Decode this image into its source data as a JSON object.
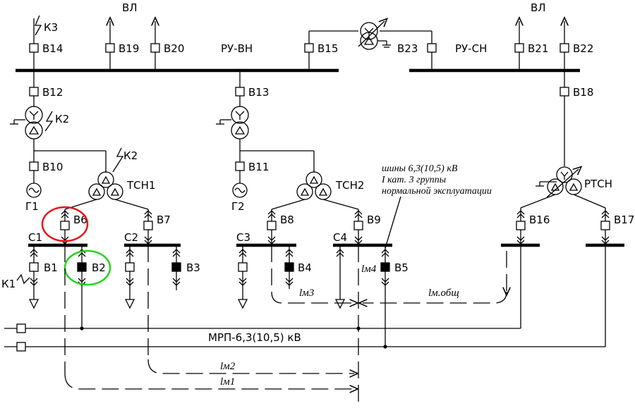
{
  "labels": {
    "vl_left": "ВЛ",
    "vl_right": "ВЛ",
    "k3": "К3",
    "k2_top": "К2",
    "k2_tsn": "К2",
    "k1": "К1",
    "ru_vn": "РУ-ВН",
    "ru_sn": "РУ-СН",
    "v14": "В14",
    "v19": "В19",
    "v20": "В20",
    "v15": "В15",
    "v23": "В23",
    "v21": "В21",
    "v22": "В22",
    "v12": "В12",
    "v13": "В13",
    "v18": "В18",
    "v10": "В10",
    "v11": "В11",
    "g1": "Г1",
    "g2": "Г2",
    "tsn1": "ТСН1",
    "tsn2": "ТСН2",
    "rtsn": "РТСН",
    "v6": "В6",
    "v7": "В7",
    "v8": "В8",
    "v9": "В9",
    "v16": "В16",
    "v17": "В17",
    "c1": "С1",
    "c2": "С2",
    "c3": "С3",
    "c4": "С4",
    "v1": "В1",
    "v2": "В2",
    "v3": "В3",
    "v4": "В4",
    "v5": "В5",
    "mrp": "МРП-6,3(10,5) кВ",
    "lm1": "lм1",
    "lm2": "lм2",
    "lm3": "lм3",
    "lm4": "lм4",
    "lm_total": "lм.общ",
    "note_line1": "шины 6,3(10,5) кВ",
    "note_line2": "I кат. 3 группы",
    "note_line3": "нормальной эксплуатации"
  },
  "highlights": {
    "v6_ring_color": "#e8141b",
    "v2_ring_color": "#22d61a"
  }
}
